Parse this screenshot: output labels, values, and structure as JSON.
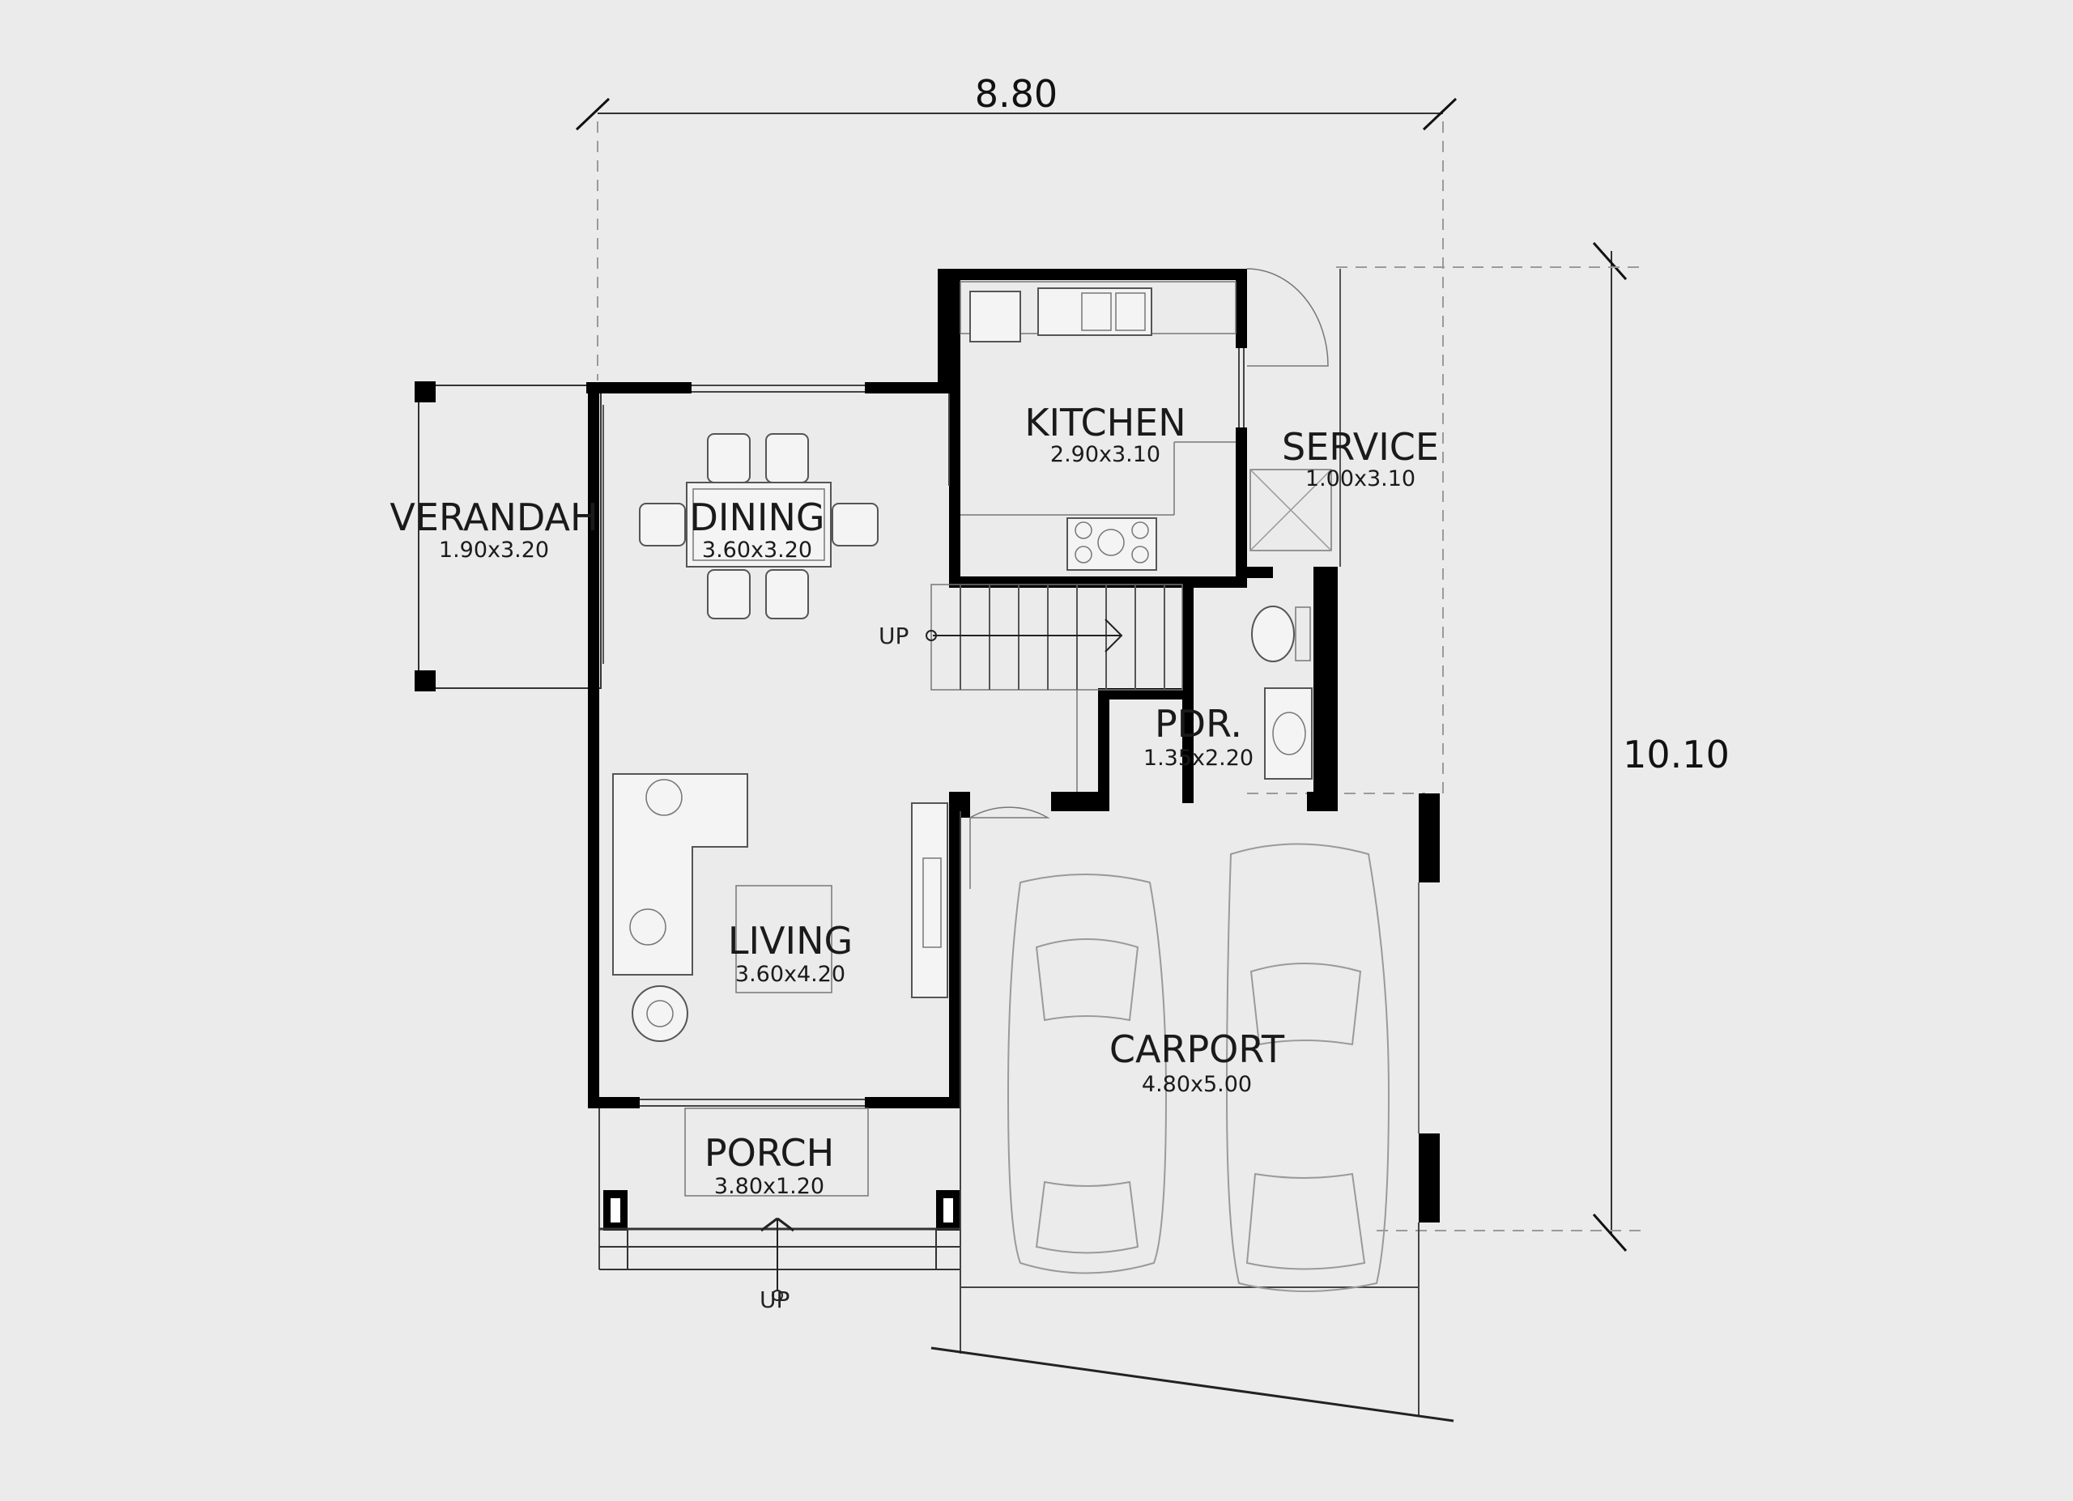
{
  "dimensions": {
    "width": "8.80",
    "depth": "10.10"
  },
  "rooms": {
    "verandah": {
      "name": "VERANDAH",
      "size": "1.90x3.20"
    },
    "dining": {
      "name": "DINING",
      "size": "3.60x3.20"
    },
    "kitchen": {
      "name": "KITCHEN",
      "size": "2.90x3.10"
    },
    "service": {
      "name": "SERVICE",
      "size": "1.00x3.10"
    },
    "pdr": {
      "name": "PDR.",
      "size": "1.35x2.20"
    },
    "living": {
      "name": "LIVING",
      "size": "3.60x4.20"
    },
    "carport": {
      "name": "CARPORT",
      "size": "4.80x5.00"
    },
    "porch": {
      "name": "PORCH",
      "size": "3.80x1.20"
    }
  },
  "labels": {
    "stair_up": "UP",
    "entry_up": "UP"
  }
}
